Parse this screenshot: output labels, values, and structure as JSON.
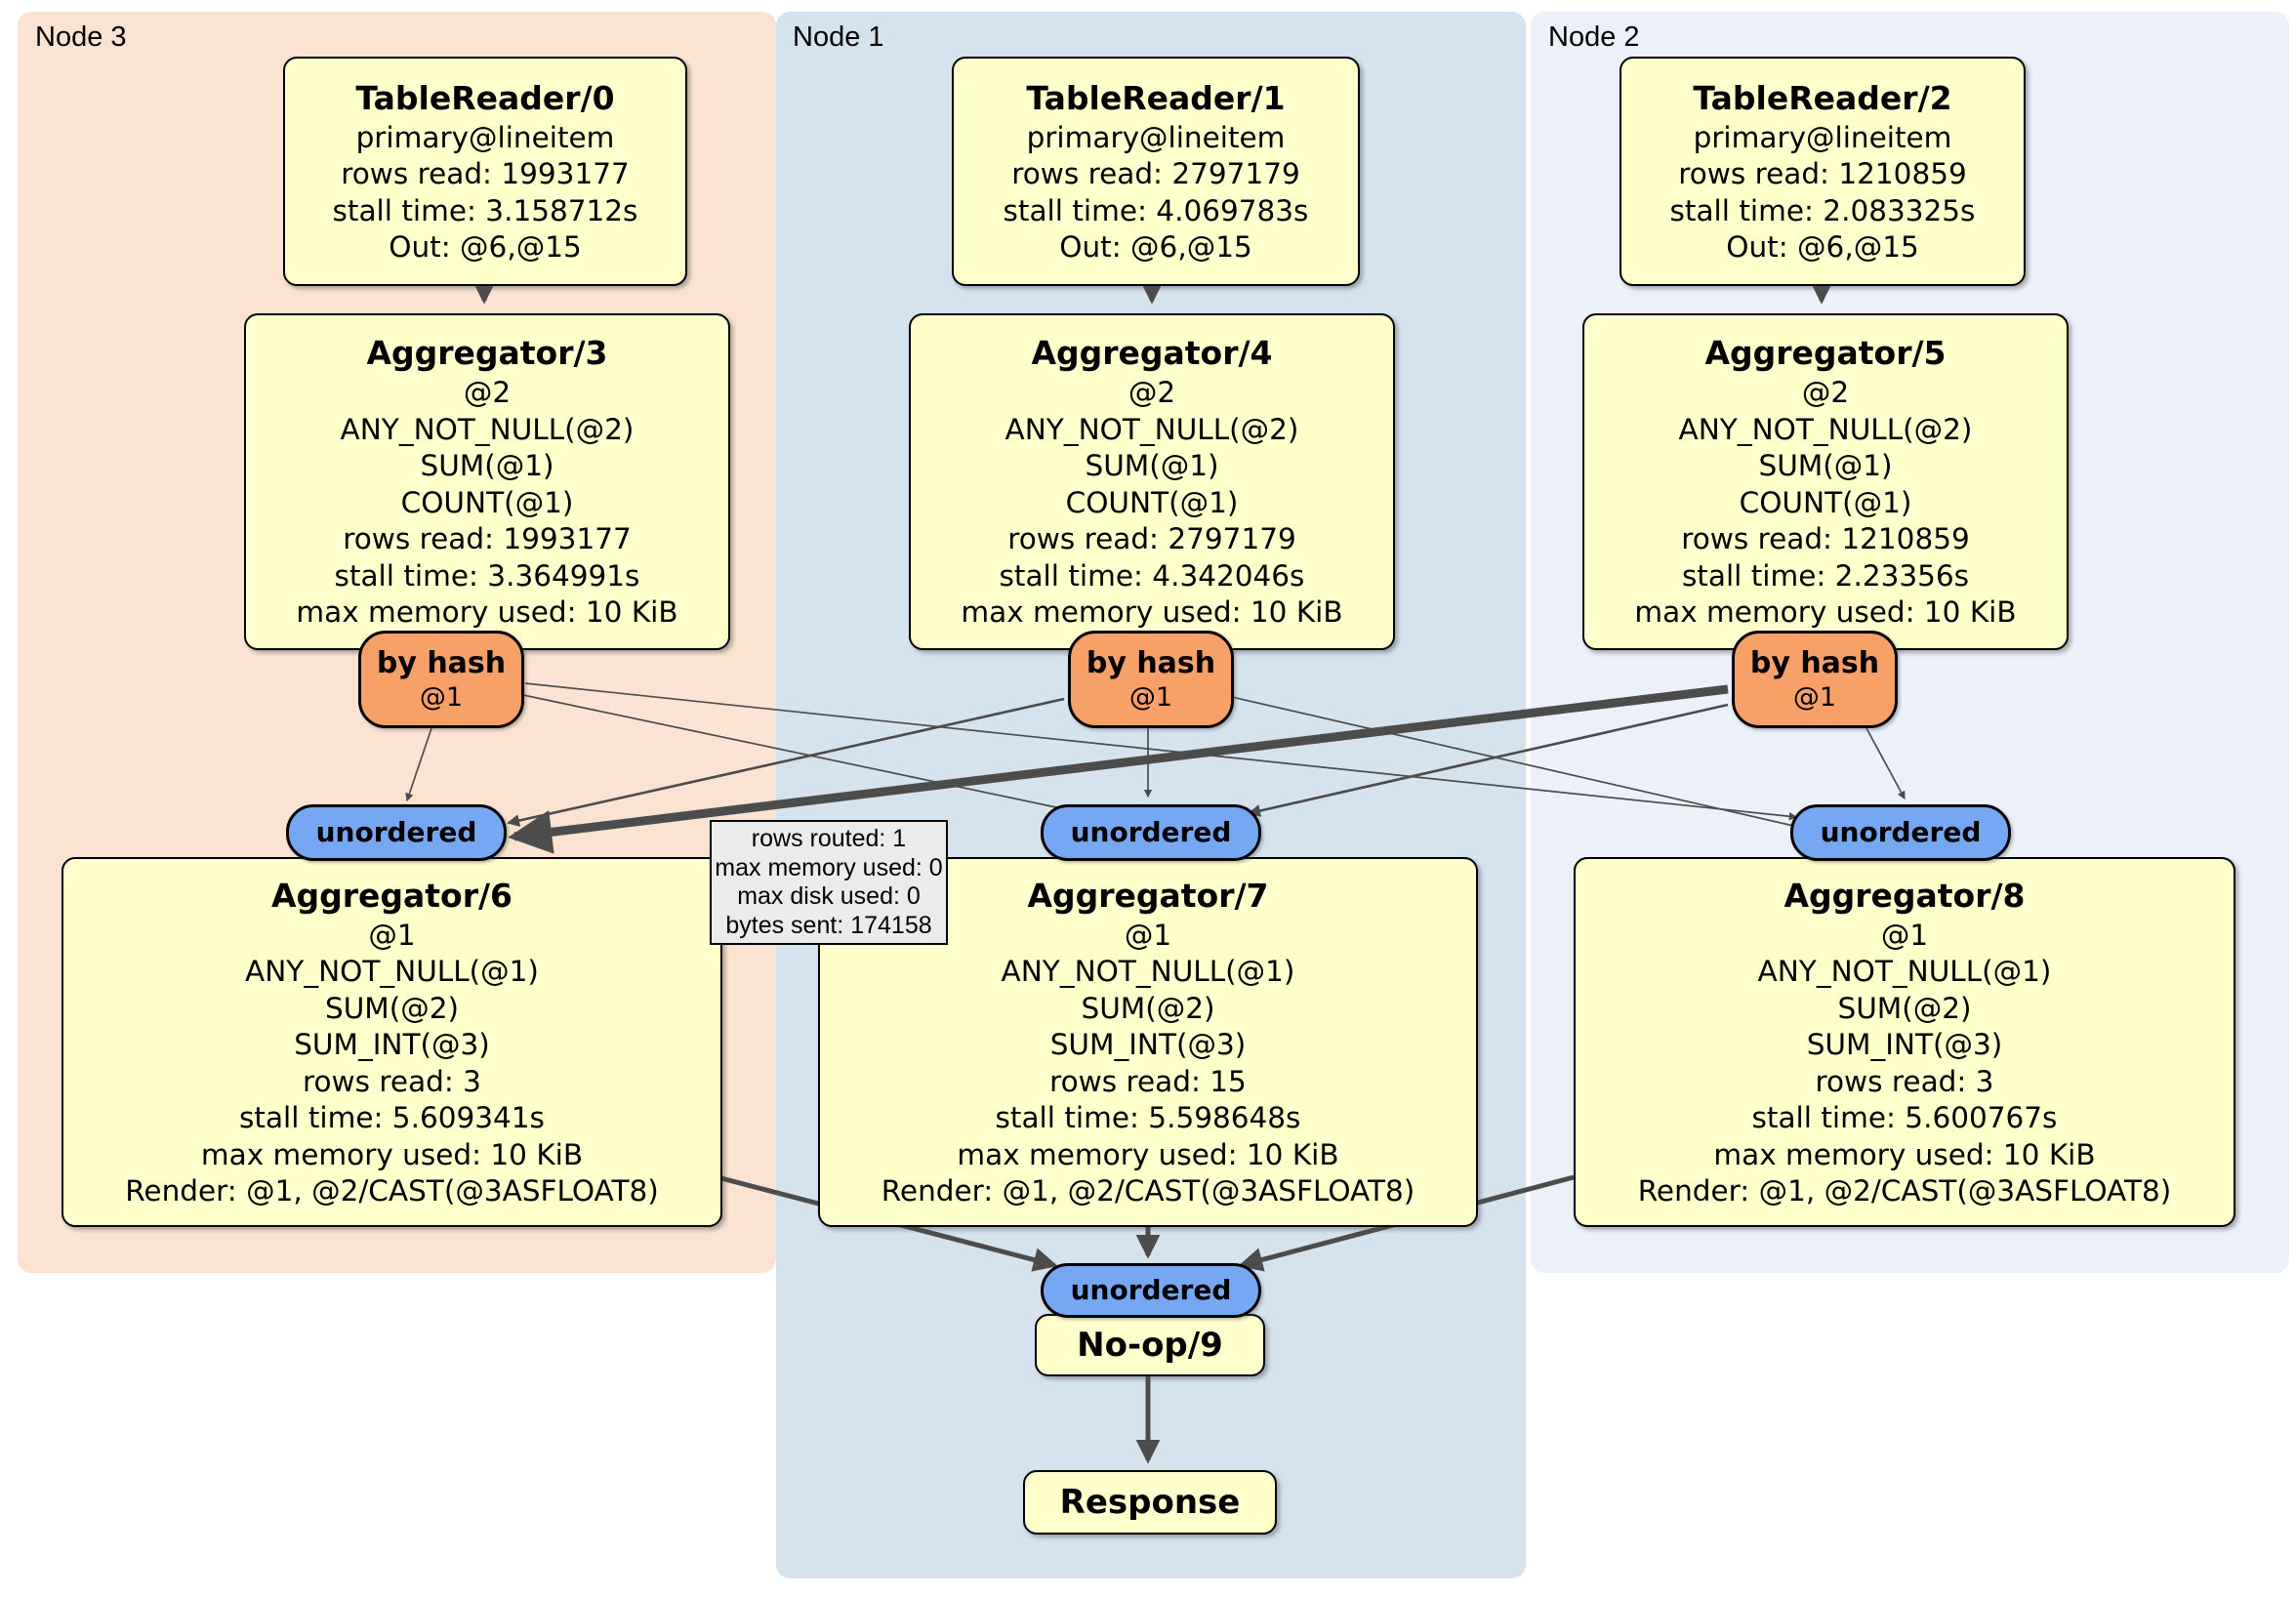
{
  "panels": {
    "node3": {
      "label": "Node 3"
    },
    "node1": {
      "label": "Node 1"
    },
    "node2": {
      "label": "Node 2"
    }
  },
  "processors": {
    "tr0": {
      "title": "TableReader/0",
      "lines": [
        "primary@lineitem",
        "rows read: 1993177",
        "stall time: 3.158712s",
        "Out: @6,@15"
      ]
    },
    "tr1": {
      "title": "TableReader/1",
      "lines": [
        "primary@lineitem",
        "rows read: 2797179",
        "stall time: 4.069783s",
        "Out: @6,@15"
      ]
    },
    "tr2": {
      "title": "TableReader/2",
      "lines": [
        "primary@lineitem",
        "rows read: 1210859",
        "stall time: 2.083325s",
        "Out: @6,@15"
      ]
    },
    "agg3": {
      "title": "Aggregator/3",
      "lines": [
        "@2",
        "ANY_NOT_NULL(@2)",
        "SUM(@1)",
        "COUNT(@1)",
        "rows read: 1993177",
        "stall time: 3.364991s",
        "max memory used: 10 KiB"
      ]
    },
    "agg4": {
      "title": "Aggregator/4",
      "lines": [
        "@2",
        "ANY_NOT_NULL(@2)",
        "SUM(@1)",
        "COUNT(@1)",
        "rows read: 2797179",
        "stall time: 4.342046s",
        "max memory used: 10 KiB"
      ]
    },
    "agg5": {
      "title": "Aggregator/5",
      "lines": [
        "@2",
        "ANY_NOT_NULL(@2)",
        "SUM(@1)",
        "COUNT(@1)",
        "rows read: 1210859",
        "stall time: 2.23356s",
        "max memory used: 10 KiB"
      ]
    },
    "agg6": {
      "title": "Aggregator/6",
      "lines": [
        "@1",
        "ANY_NOT_NULL(@1)",
        "SUM(@2)",
        "SUM_INT(@3)",
        "rows read: 3",
        "stall time: 5.609341s",
        "max memory used: 10 KiB",
        "Render: @1, @2/CAST(@3ASFLOAT8)"
      ]
    },
    "agg7": {
      "title": "Aggregator/7",
      "lines": [
        "@1",
        "ANY_NOT_NULL(@1)",
        "SUM(@2)",
        "SUM_INT(@3)",
        "rows read: 15",
        "stall time: 5.598648s",
        "max memory used: 10 KiB",
        "Render: @1, @2/CAST(@3ASFLOAT8)"
      ]
    },
    "agg8": {
      "title": "Aggregator/8",
      "lines": [
        "@1",
        "ANY_NOT_NULL(@1)",
        "SUM(@2)",
        "SUM_INT(@3)",
        "rows read: 3",
        "stall time: 5.600767s",
        "max memory used: 10 KiB",
        "Render: @1, @2/CAST(@3ASFLOAT8)"
      ]
    },
    "noop9": {
      "title": "No-op/9"
    },
    "response": {
      "title": "Response"
    }
  },
  "routers": {
    "byhash3": {
      "label": "by hash",
      "detail": "@1"
    },
    "byhash1": {
      "label": "by hash",
      "detail": "@1"
    },
    "byhash2": {
      "label": "by hash",
      "detail": "@1"
    }
  },
  "syncs": {
    "uno3": {
      "label": "unordered"
    },
    "uno1": {
      "label": "unordered"
    },
    "uno2": {
      "label": "unordered"
    },
    "unoBottom": {
      "label": "unordered"
    }
  },
  "tooltip": {
    "lines": [
      "rows routed: 1",
      "max memory used: 0",
      "max disk used: 0",
      "bytes sent: 174158"
    ]
  },
  "colors": {
    "panel-node3": "#fce3d1",
    "panel-node1": "#d5e3ef",
    "panel-node2": "#ecf0f9",
    "proc-fill": "#ffffcc",
    "router-fill": "#f7a169",
    "sync-fill": "#76a7f3",
    "tooltip-fill": "#ebebeb",
    "edge-color": "#4c4c4c"
  }
}
